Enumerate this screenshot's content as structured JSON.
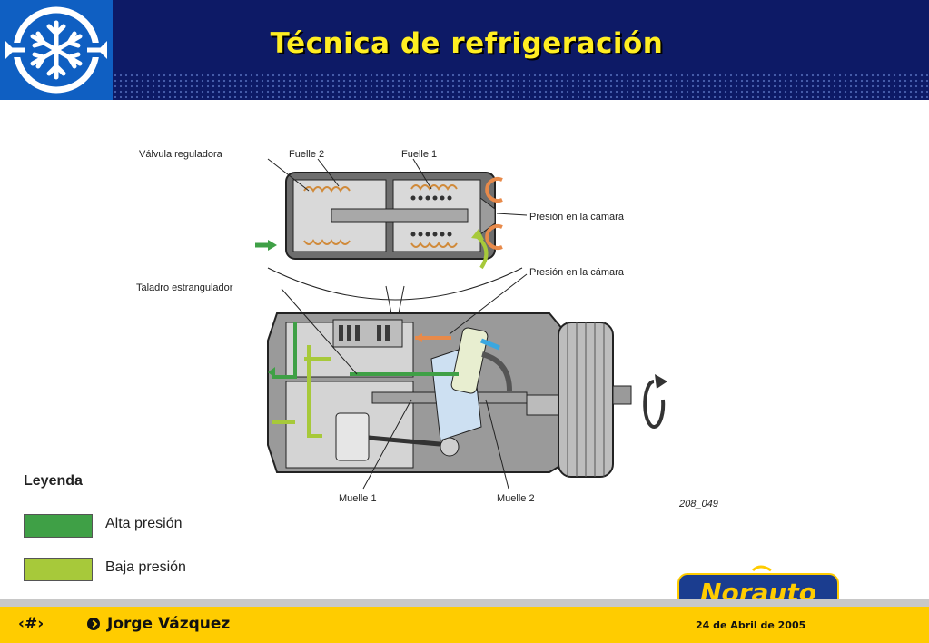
{
  "header": {
    "title": "Técnica de refrigeración"
  },
  "diagram": {
    "labels": {
      "valvula": "Válvula reguladora",
      "fuelle2": "Fuelle 2",
      "fuelle1": "Fuelle 1",
      "presion1": "Presión en la cámara",
      "presion2": "Presión en la cámara",
      "taladro": "Taladro estrangulador",
      "muelle1": "Muelle 1",
      "muelle2": "Muelle 2",
      "code": "208_049"
    }
  },
  "legend": {
    "title": "Leyenda",
    "items": [
      {
        "label": "Alta presión",
        "color": "#3fa046"
      },
      {
        "label": "Baja presión",
        "color": "#a7c93a"
      }
    ]
  },
  "footer": {
    "slide_number": "‹#›",
    "author": "Jorge Vázquez",
    "date": "24  de Abril  de 2005",
    "brand": "Norauto"
  },
  "colors": {
    "header_bg": "#0d1a66",
    "title": "#ffee22",
    "footer_bg": "#ffcc00",
    "brand_bg": "#1b3d8f"
  }
}
